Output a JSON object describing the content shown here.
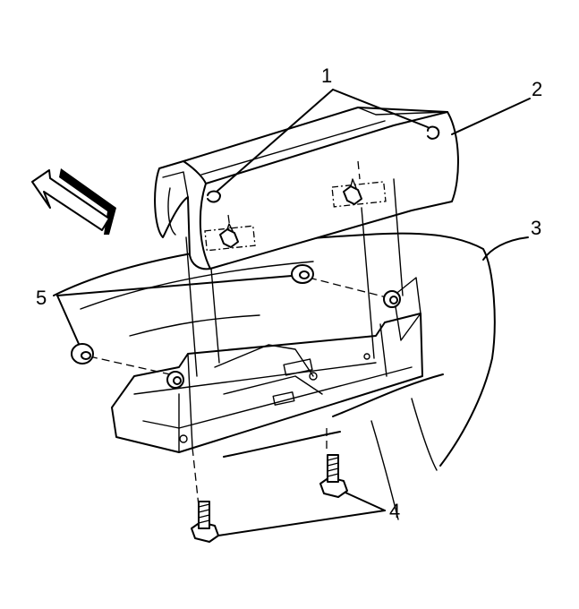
{
  "callouts": {
    "c1": "1",
    "c2": "2",
    "c3": "3",
    "c4": "4",
    "c5": "5"
  },
  "icons": {
    "direction_arrow": "forward-direction-arrow-icon"
  }
}
